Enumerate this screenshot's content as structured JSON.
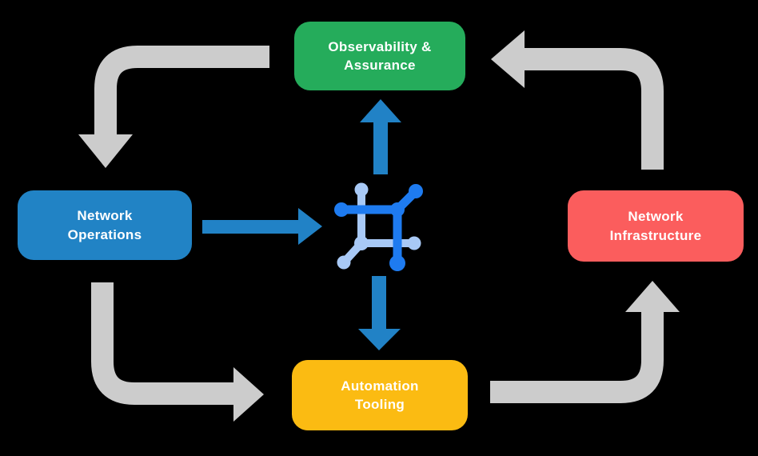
{
  "diagram": {
    "title": "Network automation cycle diagram",
    "background": "#000000",
    "nodes": [
      {
        "id": "observability-assurance",
        "lines": [
          "Observability &",
          "Assurance"
        ],
        "color": "#25AC5B"
      },
      {
        "id": "network-operations",
        "lines": [
          "Network",
          "Operations"
        ],
        "color": "#2183C5"
      },
      {
        "id": "network-infrastructure",
        "lines": [
          "Network",
          "Infrastructure"
        ],
        "color": "#FB5D5D"
      },
      {
        "id": "automation-tooling",
        "lines": [
          "Automation",
          "Tooling"
        ],
        "color": "#FBBB12"
      }
    ],
    "edges": [
      {
        "from": "observability-assurance",
        "to": "network-operations",
        "style": "gray-elbow"
      },
      {
        "from": "network-operations",
        "to": "automation-tooling",
        "style": "gray-elbow"
      },
      {
        "from": "automation-tooling",
        "to": "network-infrastructure",
        "style": "gray-elbow"
      },
      {
        "from": "network-infrastructure",
        "to": "observability-assurance",
        "style": "gray-elbow"
      },
      {
        "from": "network-operations",
        "to": "center-icon",
        "style": "blue-straight"
      },
      {
        "from": "center-icon",
        "to": "observability-assurance",
        "style": "blue-straight"
      },
      {
        "from": "center-icon",
        "to": "automation-tooling",
        "style": "blue-straight"
      }
    ],
    "center_icon": {
      "name": "network-nodes-icon",
      "dark": "#1E7BF0",
      "light": "#A8C9F6"
    },
    "colors": {
      "arrow_gray": "#CCCCCC",
      "arrow_blue": "#2182C6",
      "text": "#FFFFFF"
    }
  }
}
